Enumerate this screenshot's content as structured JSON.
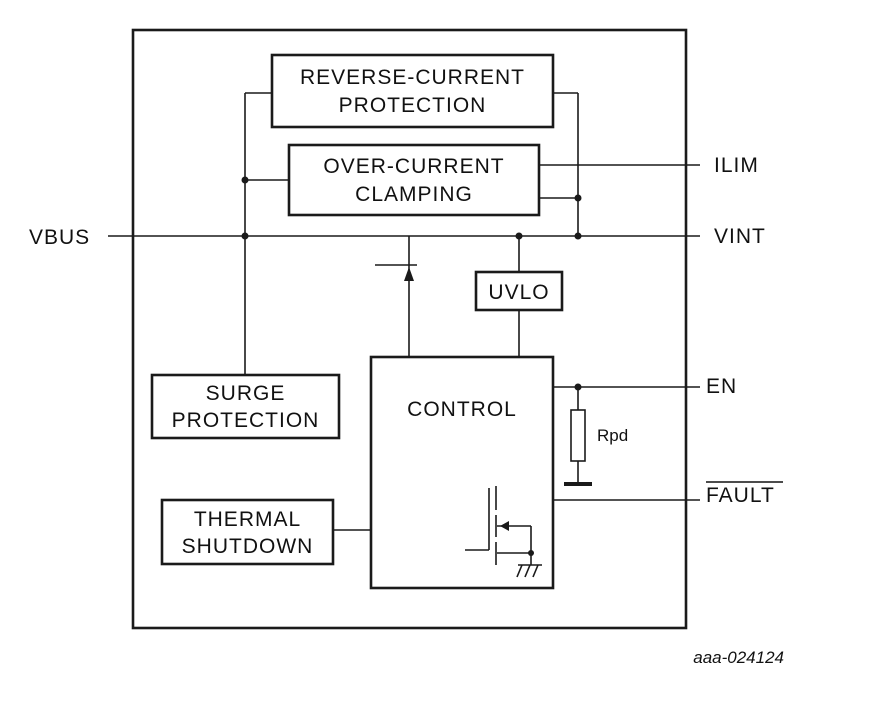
{
  "blocks": {
    "reverse_current": [
      "REVERSE-CURRENT",
      "PROTECTION"
    ],
    "over_current": [
      "OVER-CURRENT",
      "CLAMPING"
    ],
    "uvlo": "UVLO",
    "surge": [
      "SURGE",
      "PROTECTION"
    ],
    "control": "CONTROL",
    "thermal": [
      "THERMAL",
      "SHUTDOWN"
    ]
  },
  "pins": {
    "vbus": "VBUS",
    "ilim": "ILIM",
    "vint": "VINT",
    "en": "EN",
    "fault": "FAULT"
  },
  "resistor_label": "Rpd",
  "figure_id": "aaa-024124"
}
